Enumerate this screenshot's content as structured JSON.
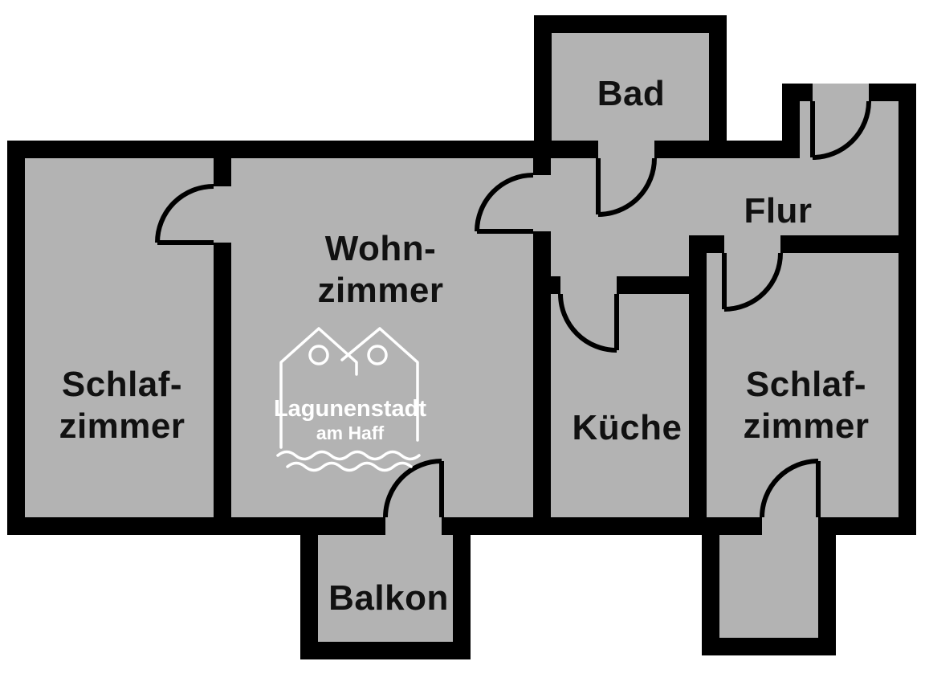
{
  "rooms": {
    "bad": {
      "label": "Bad"
    },
    "flur": {
      "label": "Flur"
    },
    "wohnzimmer": {
      "line1": "Wohn-",
      "line2": "zimmer"
    },
    "schlafzimmer_left": {
      "line1": "Schlaf-",
      "line2": "zimmer"
    },
    "kueche": {
      "label": "Küche"
    },
    "schlafzimmer_right": {
      "line1": "Schlaf-",
      "line2": "zimmer"
    },
    "balkon": {
      "label": "Balkon"
    }
  },
  "logo": {
    "line1": "Lagunenstadt",
    "line2": "am Haff"
  },
  "colors": {
    "wall": "#000000",
    "floor": "#b3b3b3",
    "background": "#ffffff",
    "label_text": "#111111",
    "logo": "#ffffff"
  }
}
